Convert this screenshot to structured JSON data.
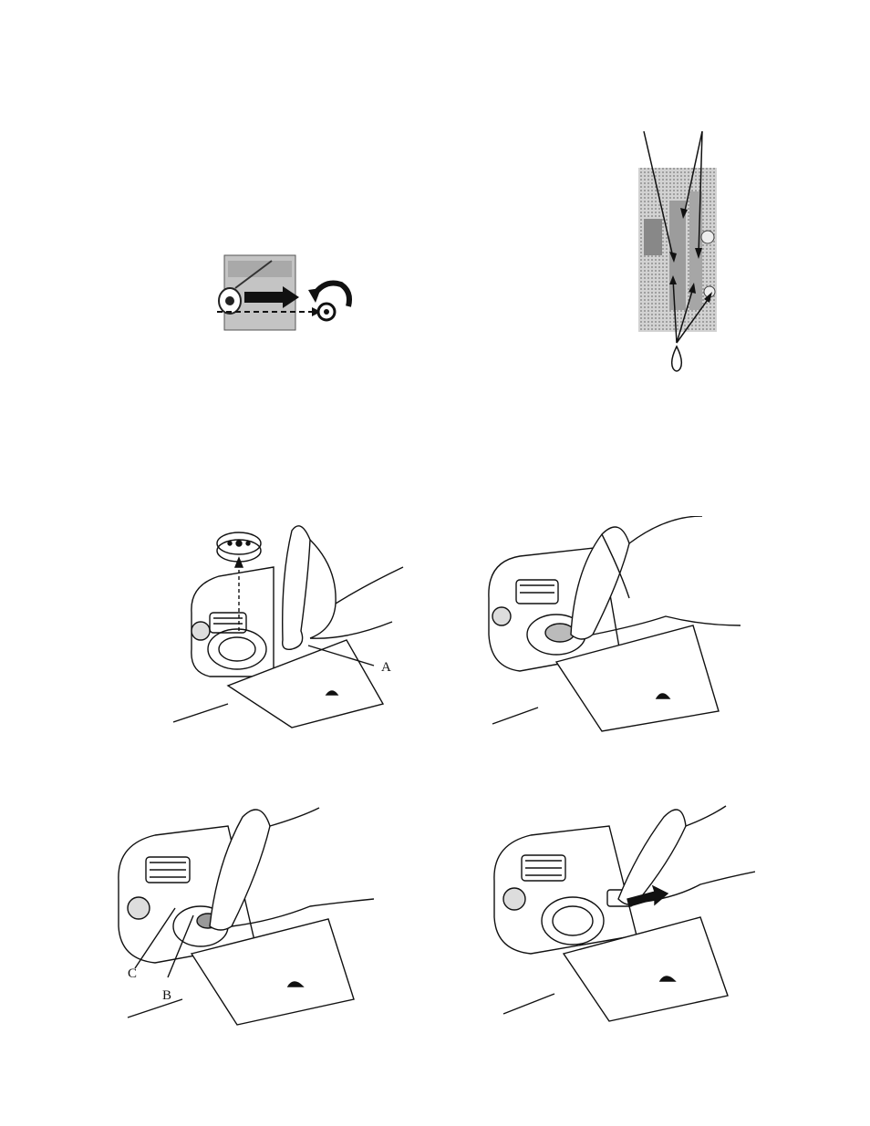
{
  "page": {
    "figures": [
      {
        "id": "face-cover-removal"
      },
      {
        "id": "oiling-points"
      },
      {
        "id": "bobbin-removal",
        "labels": [
          "A"
        ]
      },
      {
        "id": "bobbin-case-removal"
      },
      {
        "id": "hook-cleaning",
        "labels": [
          "C",
          "B"
        ]
      },
      {
        "id": "hook-reassembly"
      }
    ]
  },
  "colors": {
    "ink": "#111111",
    "halftone": "#b8b8b8",
    "paper": "#ffffff"
  }
}
